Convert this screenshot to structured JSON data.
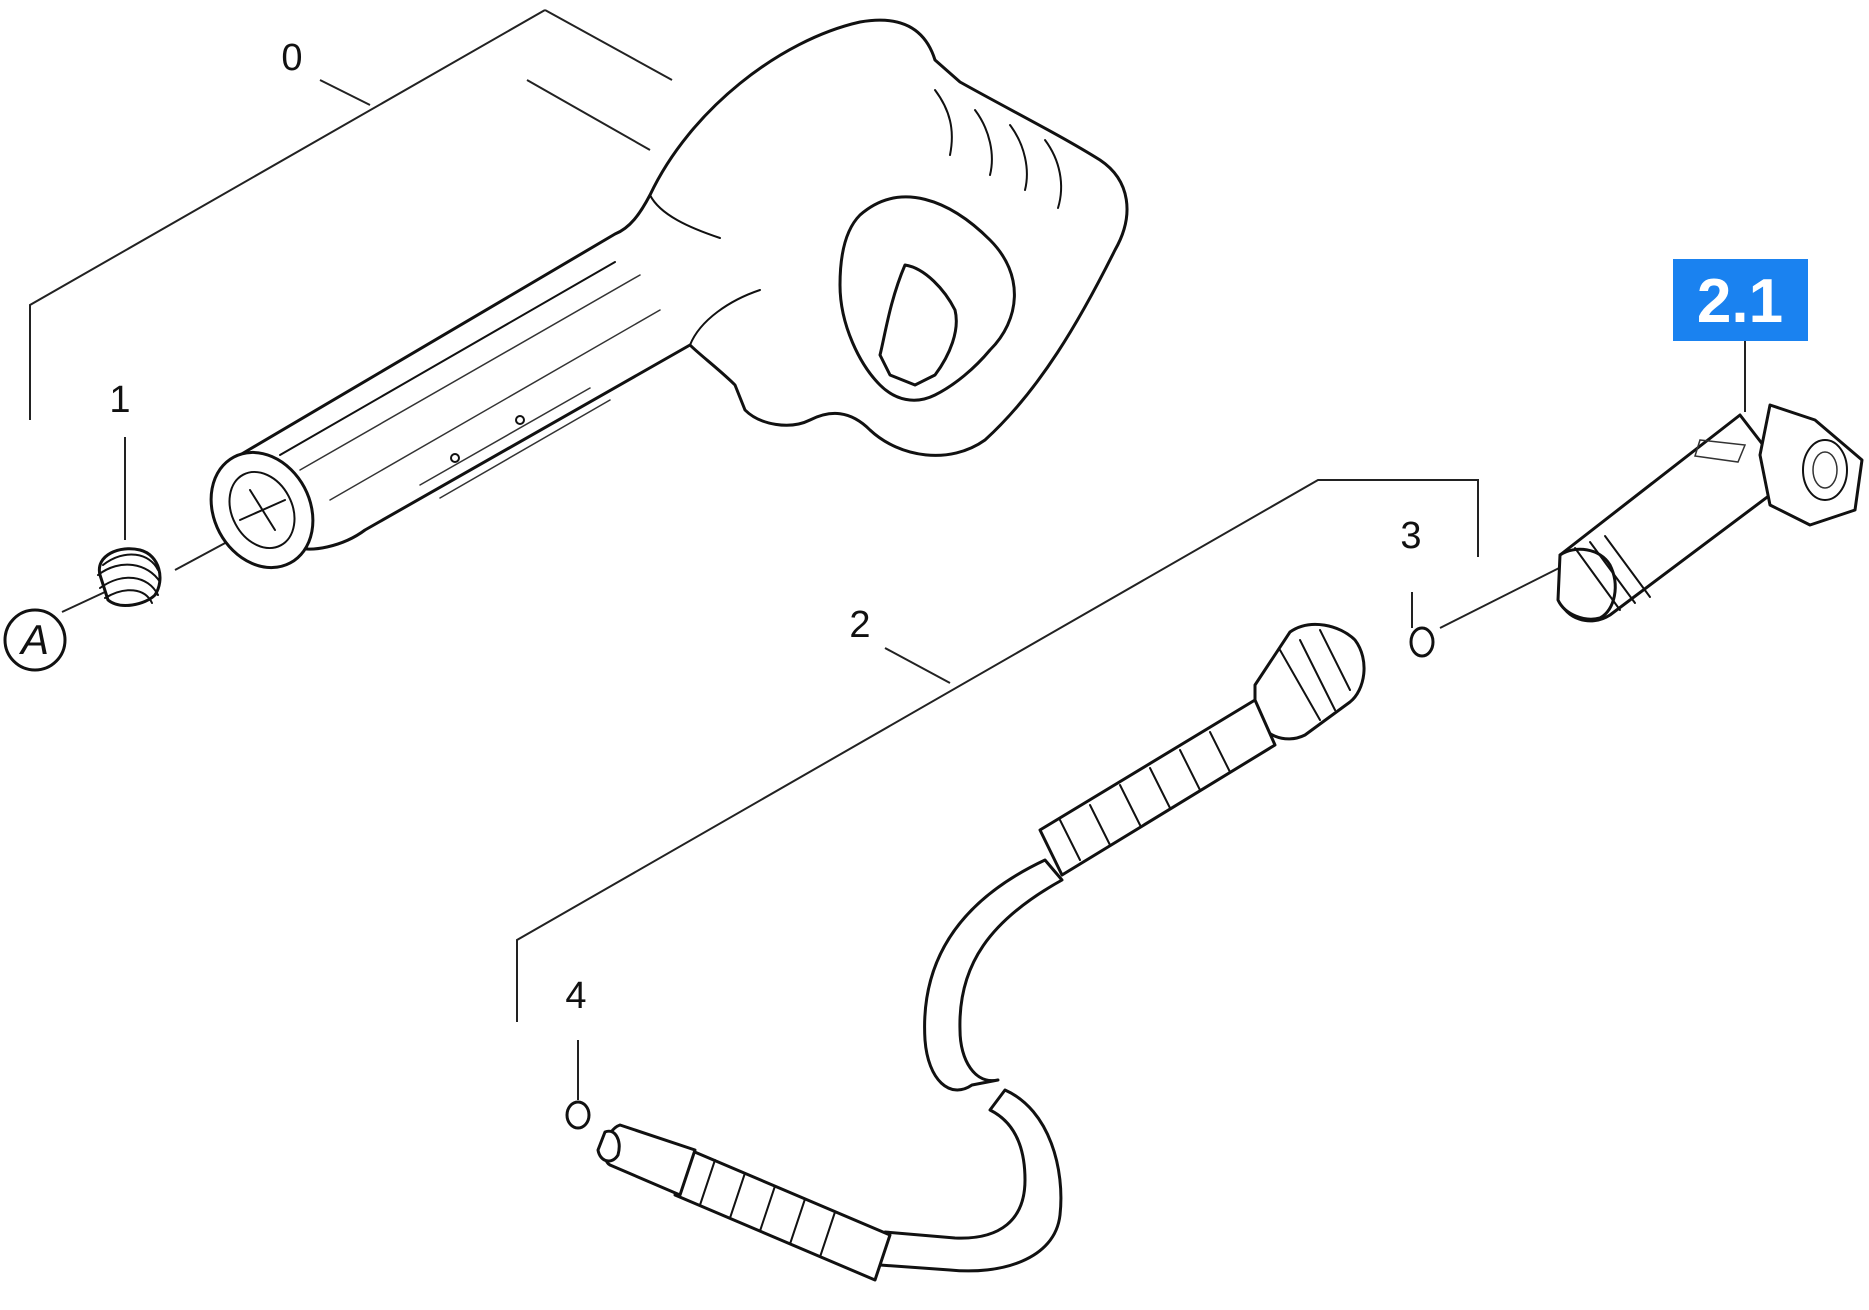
{
  "parts": [
    {
      "id": "0",
      "label": "0",
      "name": "trigger-gun"
    },
    {
      "id": "1",
      "label": "1",
      "name": "spring"
    },
    {
      "id": "2",
      "label": "2",
      "name": "high-pressure-hose"
    },
    {
      "id": "3",
      "label": "3",
      "name": "o-ring-upper"
    },
    {
      "id": "4",
      "label": "4",
      "name": "o-ring-lower"
    },
    {
      "id": "2.1",
      "label": "2.1",
      "name": "angle-adapter",
      "highlighted": true
    }
  ],
  "marker": {
    "label": "A"
  },
  "highlight_color": "#1a82f0"
}
